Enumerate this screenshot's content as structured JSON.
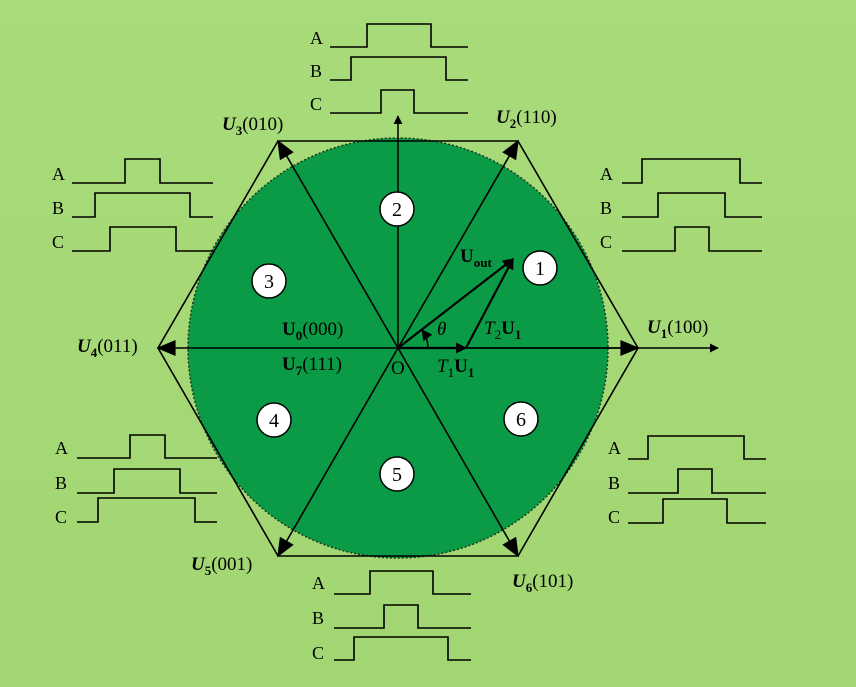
{
  "colors": {
    "background": "#a6d977",
    "circle_fill": "#0b9a45",
    "line": "#000000",
    "sector_badge": "#ffffff"
  },
  "vectors": [
    {
      "id": "u1",
      "name": "U",
      "sub": "1",
      "code": "(100)"
    },
    {
      "id": "u2",
      "name": "U",
      "sub": "2",
      "code": "(110)"
    },
    {
      "id": "u3",
      "name": "U",
      "sub": "3",
      "code": "(010)"
    },
    {
      "id": "u4",
      "name": "U",
      "sub": "4",
      "code": "(011)"
    },
    {
      "id": "u5",
      "name": "U",
      "sub": "5",
      "code": "(001)"
    },
    {
      "id": "u6",
      "name": "U",
      "sub": "6",
      "code": "(101)"
    }
  ],
  "zero_vectors": [
    {
      "name": "U",
      "sub": "0",
      "code": "(000)"
    },
    {
      "name": "U",
      "sub": "7",
      "code": "(111)"
    }
  ],
  "origin_label": "O",
  "uout": {
    "name": "U",
    "sub": "out"
  },
  "theta": "θ",
  "t1": {
    "coef": "T",
    "coef_sub": "1",
    "vec": "U",
    "vec_sub": "1"
  },
  "t2": {
    "coef": "T",
    "coef_sub": "2",
    "vec": "U",
    "vec_sub": "1"
  },
  "sectors": [
    "1",
    "2",
    "3",
    "4",
    "5",
    "6"
  ],
  "phase_labels": [
    "A",
    "B",
    "C"
  ]
}
